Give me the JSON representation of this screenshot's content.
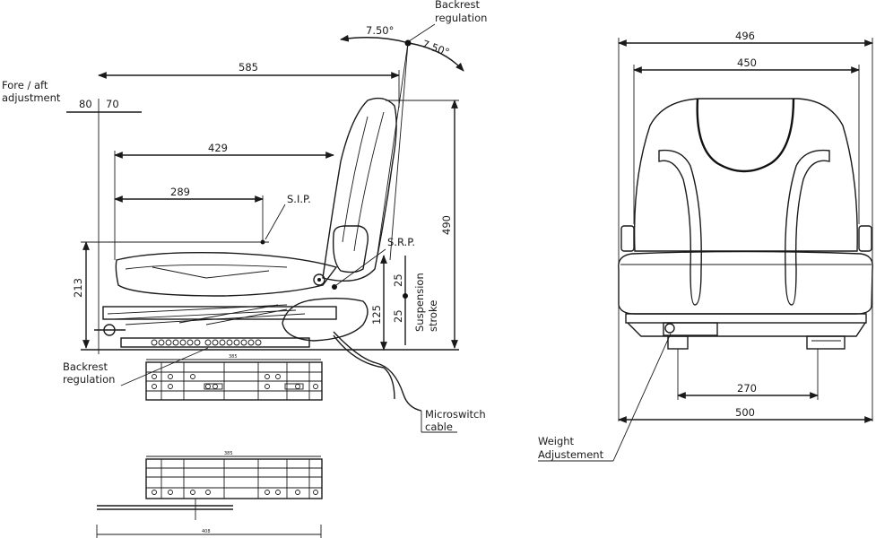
{
  "side_view": {
    "backrest_regulation_top": [
      "Backrest",
      "regulation"
    ],
    "angle_left": "7.50°",
    "angle_right": "7.50°",
    "fore_aft": [
      "Fore / aft",
      "adjustment"
    ],
    "dim_80": "80",
    "dim_70": "70",
    "dim_585": "585",
    "dim_429": "429",
    "dim_289": "289",
    "dim_213": "213",
    "dim_490": "490",
    "dim_125": "125",
    "dim_25a": "25",
    "dim_25b": "25",
    "sip": "S.I.P.",
    "srp": "S.R.P.",
    "suspension": [
      "Suspension",
      "stroke"
    ],
    "backrest_regulation_bottom": [
      "Backrest",
      "regulation"
    ],
    "microswitch": [
      "Microswitch",
      "cable"
    ]
  },
  "front_view": {
    "dim_496": "496",
    "dim_450": "450",
    "dim_270": "270",
    "dim_500": "500",
    "weight": [
      "Weight",
      "Adjustement"
    ]
  },
  "rails": {
    "top_rail_label": "385",
    "bottom_rail_label": "385",
    "bottom_length_label": "408"
  },
  "colors": {
    "line": "#1a1a1a",
    "background": "#ffffff"
  }
}
